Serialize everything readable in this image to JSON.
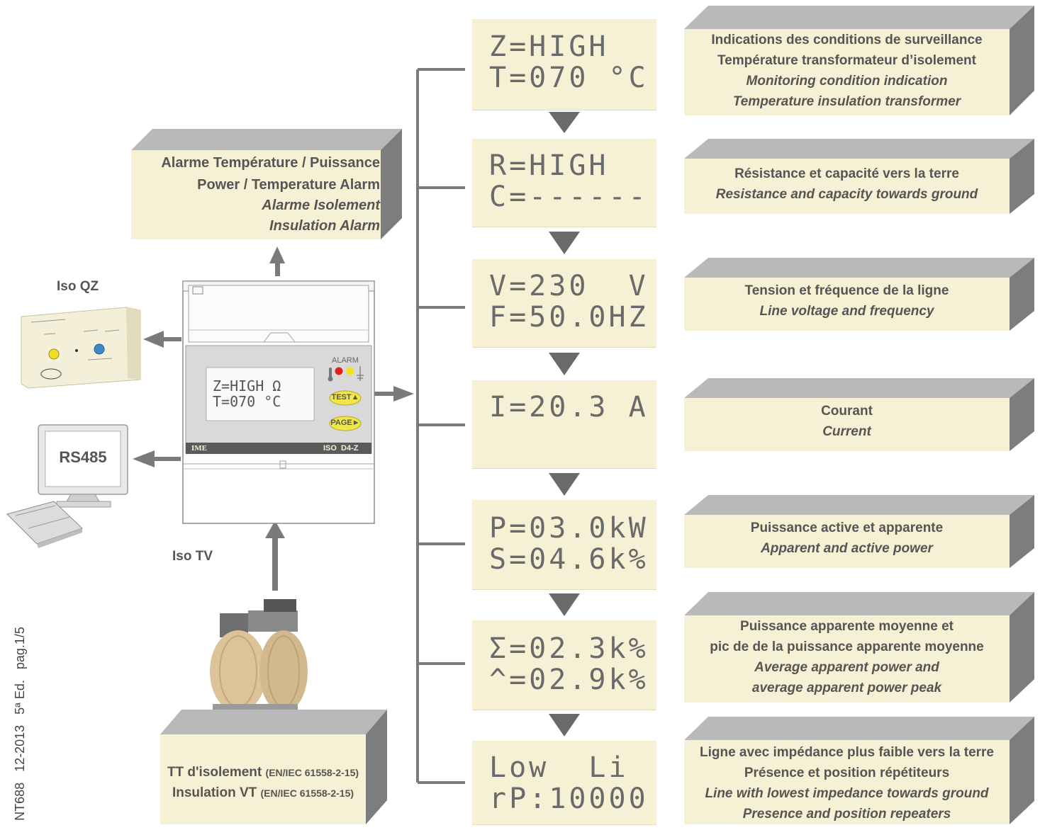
{
  "side_note": "NT688   12-2013   5ª Ed.   pag.1/5",
  "alarm_box": {
    "lines": [
      {
        "text": "Alarme Température / Puissance",
        "italic": false
      },
      {
        "text": "Power / Temperature Alarm",
        "italic": false
      },
      {
        "text": "Alarme Isolement",
        "italic": true
      },
      {
        "text": "Insulation Alarm",
        "italic": true
      }
    ]
  },
  "labels": {
    "iso_qz": "Iso QZ",
    "iso_tv": "Iso TV",
    "rs485": "RS485"
  },
  "device": {
    "display_line1": "Z=HIGH Ω",
    "display_line2": "T=070 °C",
    "alarm_label": "ALARM",
    "test_button": "TEST▲",
    "page_button": "PAGE►",
    "brand": "IME",
    "model": "ISO  D4-Z",
    "colors": {
      "led_red": "#e02020",
      "led_yellow": "#f2e21a",
      "panel": "#d9d9d9",
      "band": "#5a5a5a"
    }
  },
  "transformer_box": {
    "line1_main": "TT d'isolement",
    "line1_std": "(EN/IEC 61558-2-15)",
    "line2_main": "Insulation VT",
    "line2_std": "(EN/IEC 61558-2-15)"
  },
  "screens": [
    {
      "line1": "Z=HIGH",
      "line2": "T=070 °C",
      "desc": [
        {
          "text": "Indications des conditions de surveillance",
          "italic": false
        },
        {
          "text": "Température transformateur d’isolement",
          "italic": false
        },
        {
          "text": "Monitoring condition indication",
          "italic": true
        },
        {
          "text": "Temperature insulation transformer",
          "italic": true
        }
      ]
    },
    {
      "line1": "R=HIGH",
      "line2": "C=------",
      "desc": [
        {
          "text": "Résistance et capacité vers la terre",
          "italic": false
        },
        {
          "text": "Resistance and capacity towards ground",
          "italic": true
        }
      ]
    },
    {
      "line1": "V=230  V",
      "line2": "F=50.0HZ",
      "desc": [
        {
          "text": "Tension et fréquence de la ligne",
          "italic": false
        },
        {
          "text": "Line voltage and frequency",
          "italic": true
        }
      ]
    },
    {
      "line1": "I=20.3 A",
      "line2": "",
      "desc": [
        {
          "text": "Courant",
          "italic": false
        },
        {
          "text": "Current",
          "italic": true
        }
      ]
    },
    {
      "line1": "P=03.0kW",
      "line2": "S=04.6k%",
      "desc": [
        {
          "text": "Puissance active et apparente",
          "italic": false
        },
        {
          "text": "Apparent and active power",
          "italic": true
        }
      ]
    },
    {
      "line1": "Σ=02.3k%",
      "line2": "^=02.9k%",
      "desc": [
        {
          "text": "Puissance apparente moyenne et",
          "italic": false
        },
        {
          "text": "pic de de la puissance apparente moyenne",
          "italic": false
        },
        {
          "text": "Average apparent power and",
          "italic": true
        },
        {
          "text": "average apparent power peak",
          "italic": true
        }
      ]
    },
    {
      "line1": "Low  Li",
      "line2": "rP:10000",
      "desc": [
        {
          "text": "Ligne avec impédance plus faible vers la terre",
          "italic": false
        },
        {
          "text": "Présence et position répétiteurs",
          "italic": false
        },
        {
          "text": "Line with lowest impedance towards ground",
          "italic": true
        },
        {
          "text": "Presence and position repeaters",
          "italic": true
        }
      ]
    }
  ]
}
